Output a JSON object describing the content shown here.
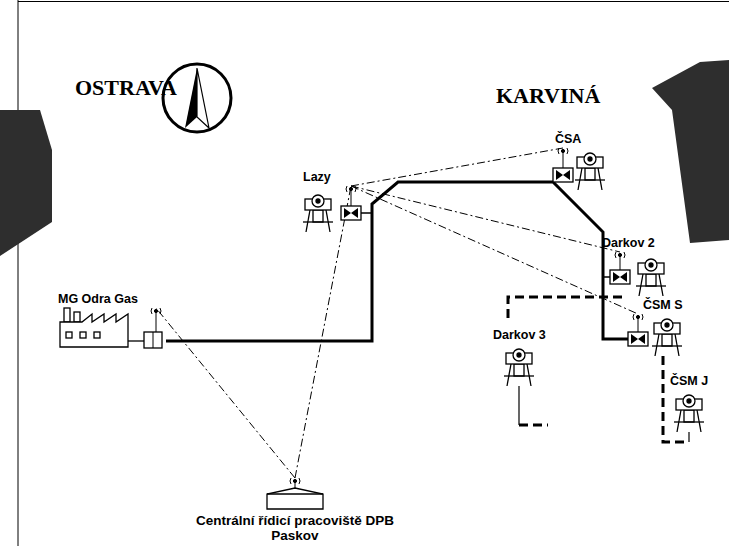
{
  "diagram": {
    "nodes": [
      {
        "text": [
          "Lazy"
        ]
      },
      {
        "text": [
          "ČSA"
        ]
      },
      {
        "text": [
          "Darkov 2"
        ]
      },
      {
        "text": [
          "MG Odra Gas"
        ]
      },
      {
        "text": [
          "ČSM S"
        ]
      },
      {
        "text": [
          "Darkov 3"
        ]
      },
      {
        "text": [
          "ČSM J"
        ]
      },
      {
        "text": [
          "Centrální řídicí pracoviště DPB Paskov"
        ]
      }
    ],
    "edges": [
      {
        "from": 7,
        "to": 3,
        "arrow": "none"
      },
      {
        "from": 7,
        "to": 0,
        "arrow": "none"
      },
      {
        "from": 0,
        "to": 1,
        "arrow": "none"
      },
      {
        "from": 0,
        "to": 2,
        "arrow": "none"
      },
      {
        "from": 0,
        "to": 4,
        "arrow": "none"
      }
    ],
    "labels": [
      "OSTRAVA",
      "KARVINÁ"
    ]
  }
}
